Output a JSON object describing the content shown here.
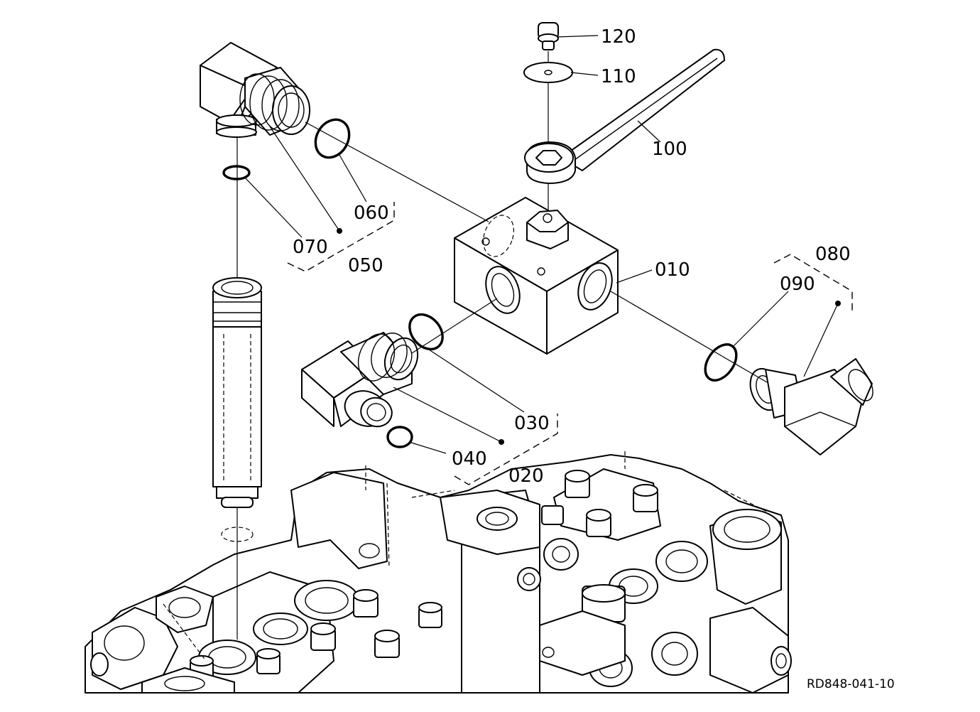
{
  "labels": {
    "p010": "010",
    "p020": "020",
    "p030": "030",
    "p040": "040",
    "p050": "050",
    "p060": "060",
    "p070": "070",
    "p080": "080",
    "p090": "090",
    "p100": "100",
    "p110": "110",
    "p120": "120"
  },
  "drawing_ref": "RD848-041-10"
}
